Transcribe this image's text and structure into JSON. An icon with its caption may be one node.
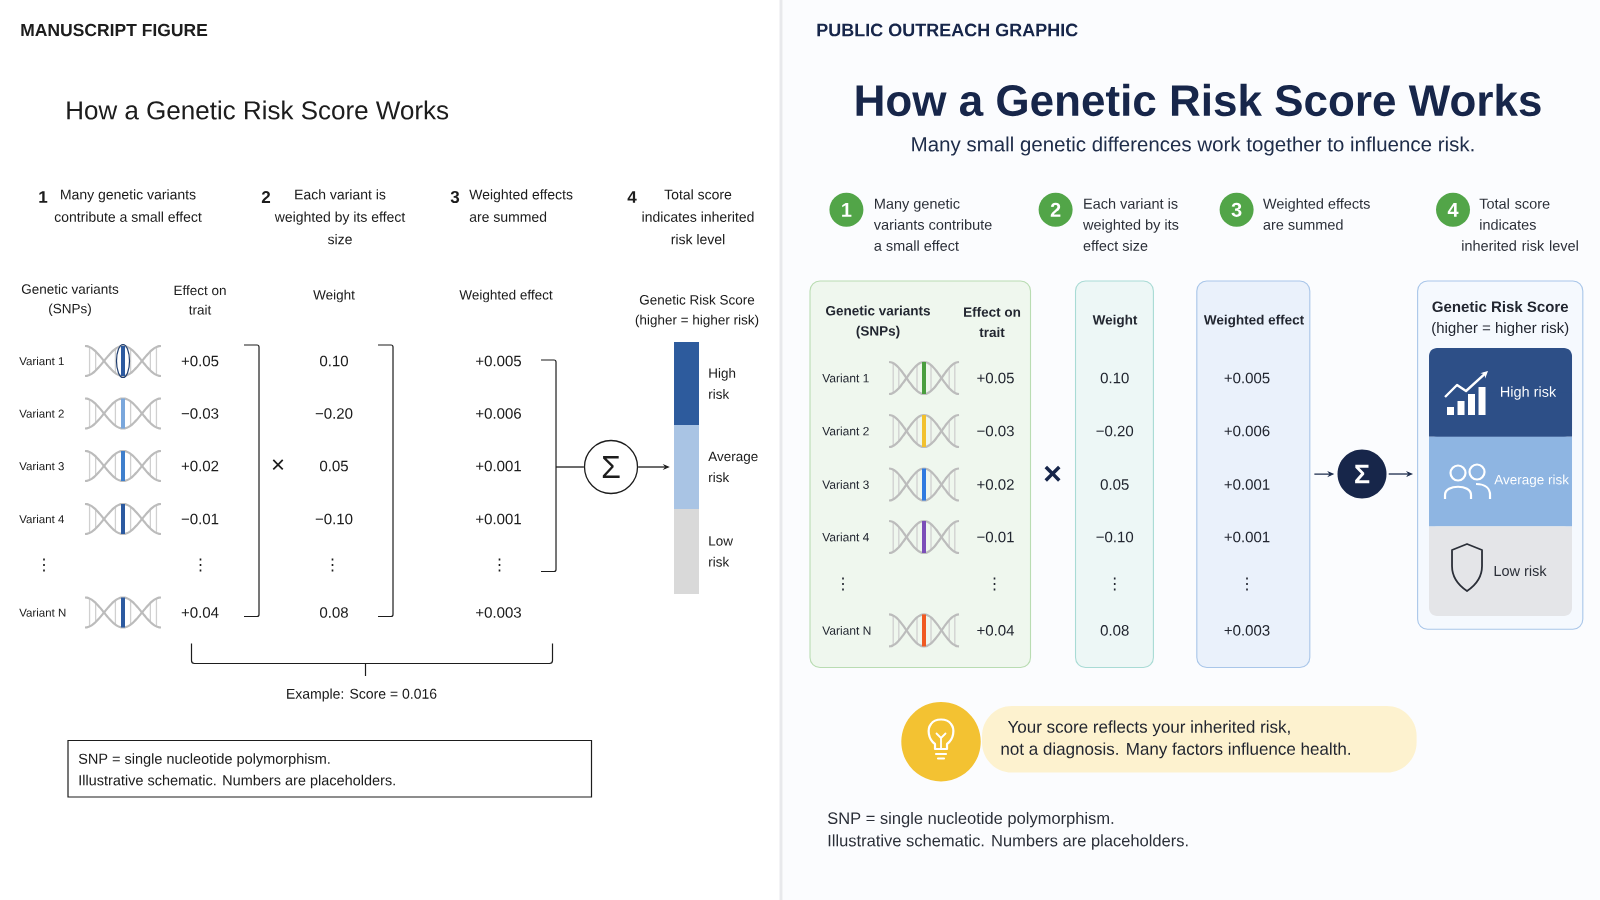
{
  "diagram": {
    "nodes": [
      {
        "text": [
          "Σ"
        ]
      },
      {
        "text": [],
        "shape": "bar",
        "beside": [
          "High risk"
        ]
      },
      {
        "text": [],
        "shape": "bar",
        "beside": [
          "Average risk"
        ]
      },
      {
        "text": [],
        "shape": "bar",
        "beside": [
          "Low risk"
        ]
      },
      {
        "text": [
          "SNP = single nucleotide polymorphism.",
          "Illustrative schematic. Numbers are placeholders."
        ]
      },
      {
        "text": [
          "1"
        ],
        "beside": [
          "Many genetic variants contribute a small effect"
        ]
      },
      {
        "text": [
          "2"
        ],
        "beside": [
          "Each variant is weighted by its effect size"
        ]
      },
      {
        "text": [
          "3"
        ],
        "beside": [
          "Weighted effects are summed"
        ]
      },
      {
        "text": [
          "4"
        ],
        "beside": [
          "Total score indicates inherited risk level"
        ]
      },
      {
        "text": [
          "Genetic variants (SNPs)",
          "Effect on trait",
          "Variant 1",
          "+0.05",
          "Variant 2",
          "−0.03",
          "Variant 3",
          "+0.02",
          "Variant 4",
          "−0.01",
          "⋮",
          "⋮",
          "Variant N",
          "+0.04"
        ]
      },
      {
        "text": [
          "Weight",
          "0.10",
          "−0.20",
          "0.05",
          "−0.10",
          "⋮",
          "0.08"
        ]
      },
      {
        "text": [
          "Weighted effect",
          "+0.005",
          "+0.006",
          "+0.001",
          "+0.001",
          "⋮",
          "+0.003"
        ]
      },
      {
        "text": [
          "Σ"
        ]
      },
      {
        "text": [
          "**Genetic Risk Score** (higher = higher risk)"
        ]
      },
      {
        "text": [
          "High risk"
        ],
        "in": 13
      },
      {
        "text": [
          "Average risk"
        ],
        "in": 13
      },
      {
        "text": [
          "Low risk"
        ],
        "in": 13
      },
      {
        "text": [
          "Your score reflects your inherited risk, not a diagnosis. Many factors influence health."
        ]
      }
    ],
    "edges": [
      {
        "from": null,
        "to": 0,
        "arrow": "none"
      },
      {
        "from": 0,
        "to": 2,
        "arrow": "to"
      },
      {
        "from": 11,
        "to": 12,
        "arrow": "to",
        "color": "#1b2b4b"
      },
      {
        "from": 12,
        "to": 13,
        "arrow": "to",
        "color": "#1b2b4b"
      }
    ],
    "labels": [
      "MANUSCRIPT FIGURE",
      "How a Genetic Risk Score Works",
      "1",
      "Many genetic variants contribute a small effect",
      "2",
      "Each variant is weighted by its effect size",
      "3",
      "Weighted effects are summed",
      "4",
      "Total score indicates inherited risk level",
      "Genetic variants (SNPs)",
      "Effect on trait",
      "Weight",
      "Weighted effect",
      "Genetic Risk Score (higher = higher risk)",
      "Variant 1",
      "+0.05",
      "0.10",
      "+0.005",
      "Variant 2",
      "−0.03",
      "−0.20",
      "+0.006",
      "Variant 3",
      "+0.02",
      "×",
      "0.05",
      "+0.001",
      "Variant 4",
      "−0.01",
      "−0.10",
      "+0.001",
      "⋮",
      "⋮",
      "⋮",
      "⋮",
      "Variant N",
      "+0.04",
      "0.08",
      "+0.003",
      "Example: Score = 0.016",
      "PUBLIC OUTREACH GRAPHIC",
      "How a Genetic Risk Score Works",
      "Many small genetic differences work together to influence risk.",
      "×",
      "SNP = single nucleotide polymorphism.",
      "Illustrative schematic. Numbers are placeholders."
    ]
  }
}
